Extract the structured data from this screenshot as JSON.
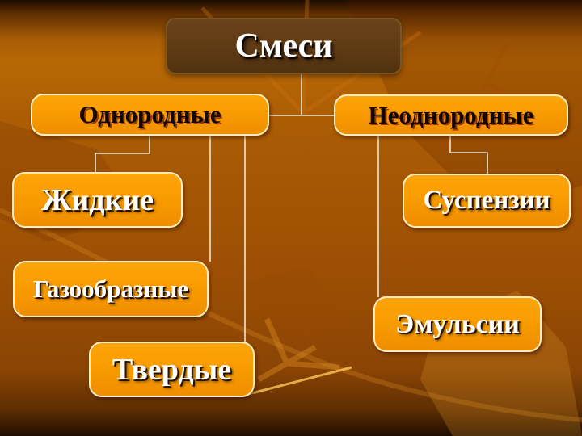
{
  "slide": {
    "type": "hierarchy-diagram",
    "title": "Смеси"
  },
  "nodes": {
    "root": {
      "label": "Смеси"
    },
    "homogeneous": {
      "label": "Однородные"
    },
    "heterogeneous": {
      "label": "Неоднородные"
    },
    "liquid": {
      "label": "Жидкие"
    },
    "gaseous": {
      "label": "Газообразные"
    },
    "solid": {
      "label": "Твердые"
    },
    "suspensions": {
      "label": "Суспензии"
    },
    "emulsions": {
      "label": "Эмульсии"
    }
  },
  "hierarchy": {
    "Смеси": {
      "Однородные": [
        "Жидкие",
        "Газообразные",
        "Твердые"
      ],
      "Неоднородные": [
        "Суспензии",
        "Эмульсии"
      ]
    }
  },
  "colors": {
    "box_fill": "#F79A00",
    "box_border": "#FFECC0",
    "title_fill": "#5E3A14",
    "title_border": "#7B5526",
    "connector": "#F2E7D2",
    "level2_text": "#120700",
    "level3_text": "#FFFFFF",
    "title_text": "#FFFFFF"
  }
}
